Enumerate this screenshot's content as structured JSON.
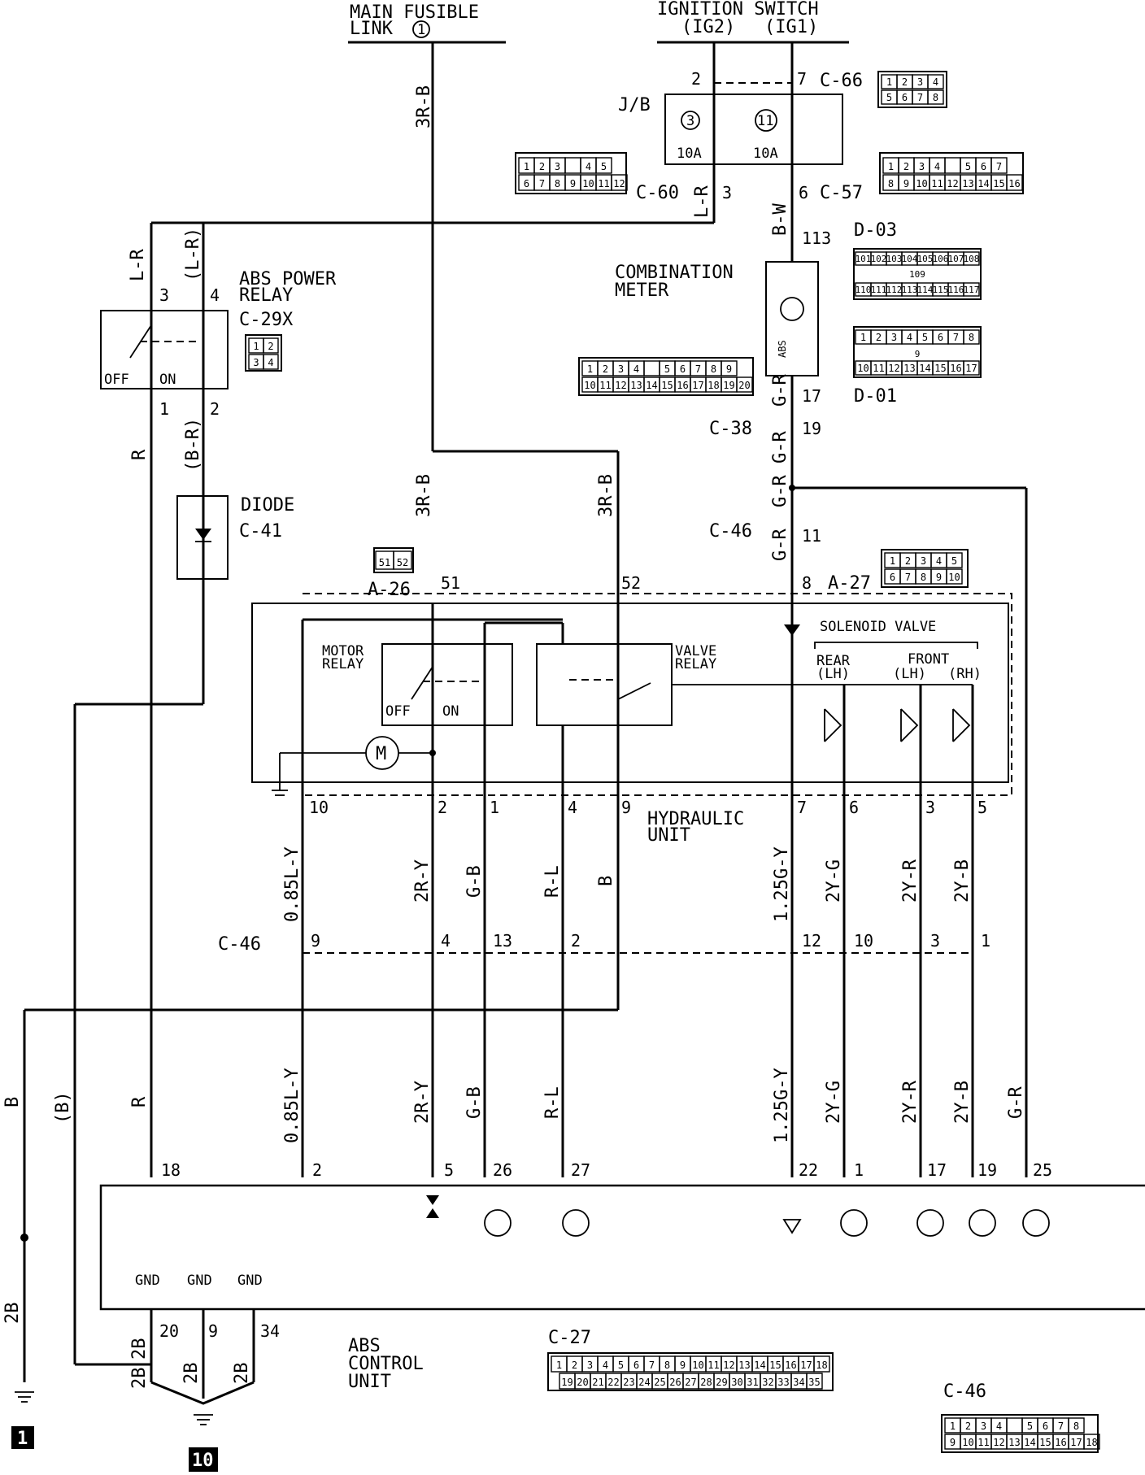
{
  "top": {
    "main_fusible_link": "MAIN FUSIBLE",
    "link": "LINK",
    "link_num": "1",
    "ignition_switch": "IGNITION SWITCH",
    "ig2": "(IG2)",
    "ig1": "(IG1)"
  },
  "jb": {
    "label": "J/B",
    "fuse3": "3",
    "fuse11": "11",
    "amp3": "10A",
    "amp11": "10A",
    "pin2": "2",
    "pin7": "7",
    "pin3": "3",
    "pin6": "6"
  },
  "connectors": {
    "c66": "C-66",
    "c60": "C-60",
    "c57": "C-57",
    "d03": "D-03",
    "d01": "D-01",
    "c38": "C-38",
    "c29x": "C-29X",
    "c41": "C-41",
    "c46": "C-46",
    "a26": "A-26",
    "a27": "A-27",
    "c27": "C-27"
  },
  "connector_faces": {
    "c66_row1": [
      "1",
      "2",
      "3",
      "4"
    ],
    "c66_row2": [
      "5",
      "6",
      "7",
      "8"
    ],
    "c60_row1": [
      "1",
      "2",
      "3",
      "",
      "4",
      "5"
    ],
    "c60_row2": [
      "6",
      "7",
      "8",
      "9",
      "10",
      "11",
      "12"
    ],
    "c57_row1": [
      "1",
      "2",
      "3",
      "4",
      "",
      "5",
      "6",
      "7"
    ],
    "c57_row2": [
      "8",
      "9",
      "10",
      "11",
      "12",
      "13",
      "14",
      "15",
      "16"
    ],
    "d03_row1": [
      "101",
      "102",
      "103",
      "104",
      "105",
      "106",
      "107",
      "108"
    ],
    "d03_mid": "109",
    "d03_row2": [
      "110",
      "111",
      "112",
      "113",
      "114",
      "115",
      "116",
      "117"
    ],
    "d01_row1": [
      "1",
      "2",
      "3",
      "4",
      "5",
      "6",
      "7",
      "8"
    ],
    "d01_mid": "9",
    "d01_row2": [
      "10",
      "11",
      "12",
      "13",
      "14",
      "15",
      "16",
      "17"
    ],
    "c38_row1": [
      "1",
      "2",
      "3",
      "4",
      "",
      "5",
      "6",
      "7",
      "8",
      "9"
    ],
    "c38_row2": [
      "10",
      "11",
      "12",
      "13",
      "14",
      "15",
      "16",
      "17",
      "18",
      "19",
      "20"
    ],
    "c29x_row1": [
      "1",
      "2"
    ],
    "c29x_row2": [
      "3",
      "4"
    ],
    "a26": [
      "51",
      "52"
    ],
    "a27_row1": [
      "1",
      "2",
      "3",
      "4",
      "5"
    ],
    "a27_row2": [
      "6",
      "7",
      "8",
      "9",
      "10"
    ],
    "c27_row1": [
      "1",
      "2",
      "3",
      "4",
      "5",
      "6",
      "7",
      "8",
      "9",
      "10",
      "11",
      "12",
      "13",
      "14",
      "15",
      "16",
      "17",
      "18"
    ],
    "c27_row2": [
      "19",
      "20",
      "21",
      "22",
      "23",
      "24",
      "25",
      "26",
      "27",
      "28",
      "29",
      "30",
      "31",
      "32",
      "33",
      "34",
      "35"
    ],
    "c46_row1": [
      "1",
      "2",
      "3",
      "4",
      "",
      "5",
      "6",
      "7",
      "8"
    ],
    "c46_row2": [
      "9",
      "10",
      "11",
      "12",
      "13",
      "14",
      "15",
      "16",
      "17",
      "18"
    ]
  },
  "wires": {
    "w_3rb_top": "3R-B",
    "w_lr_jb": "L-R",
    "w_bw": "B-W",
    "w_lr_relay": "L-R",
    "w_lr_relay_paren": "(L-R)",
    "w_r": "R",
    "w_br": "(B-R)",
    "w_3rb_l": "3R-B",
    "w_3rb_r": "3R-B",
    "w_gr1": "G-R",
    "w_gr2": "G-R",
    "w_gr3": "G-R",
    "w_gr4": "G-R",
    "w_gr5": "G-R",
    "w_085ly_1": "0.85L-Y",
    "w_2ry_1": "2R-Y",
    "w_gb_1": "G-B",
    "w_rl_1": "R-L",
    "w_b_1": "B",
    "w_125gy_1": "1.25G-Y",
    "w_2yg_1": "2Y-G",
    "w_2yr_1": "2Y-R",
    "w_2yb_1": "2Y-B",
    "w_b_left": "B",
    "w_b_paren": "(B)",
    "w_r_low": "R",
    "w_085ly_2": "0.85L-Y",
    "w_2ry_2": "2R-Y",
    "w_gb_2": "G-B",
    "w_rl_2": "R-L",
    "w_125gy_2": "1.25G-Y",
    "w_2yg_2": "2Y-G",
    "w_2yr_2": "2Y-R",
    "w_2yb_2": "2Y-B",
    "w_gr_low": "G-R",
    "w_2b_left": "2B",
    "w_2b_a": "2B",
    "w_2b_b": "2B",
    "w_2b_c": "2B",
    "w_2b_d": "2B"
  },
  "components": {
    "abs_power_relay_1": "ABS POWER",
    "abs_power_relay_2": "RELAY",
    "relay_off": "OFF",
    "relay_on": "ON",
    "diode": "DIODE",
    "combination_meter_1": "COMBINATION",
    "combination_meter_2": "METER",
    "abs_lamp": "ABS",
    "motor_relay_1": "MOTOR",
    "motor_relay_2": "RELAY",
    "motor_off": "OFF",
    "motor_on": "ON",
    "motor": "M",
    "valve_relay_1": "VALVE",
    "valve_relay_2": "RELAY",
    "solenoid_valve": "SOLENOID VALVE",
    "rear": "REAR",
    "rear_lh": "(LH)",
    "front": "FRONT",
    "front_lh": "(LH)",
    "front_rh": "(RH)",
    "hydraulic_unit_1": "HYDRAULIC",
    "hydraulic_unit_2": "UNIT",
    "abs_cu_1": "ABS",
    "abs_cu_2": "CONTROL",
    "abs_cu_3": "UNIT",
    "gnd1": "GND",
    "gnd2": "GND",
    "gnd3": "GND"
  },
  "pins": {
    "p113": "113",
    "p17": "17",
    "p19": "19",
    "p11": "11",
    "p8": "8",
    "p51": "51",
    "p52": "52",
    "relay3": "3",
    "relay4": "4",
    "relay1": "1",
    "relay2": "2",
    "hu10": "10",
    "hu2": "2",
    "hu1": "1",
    "hu4": "4",
    "hu9": "9",
    "hu7": "7",
    "hu6": "6",
    "hu3": "3",
    "hu5": "5",
    "c46_9": "9",
    "c46_4": "4",
    "c46_13": "13",
    "c46_2": "2",
    "c46_12": "12",
    "c46_10": "10",
    "c46_3": "3",
    "c46_1": "1",
    "cu18": "18",
    "cu2": "2",
    "cu5": "5",
    "cu26": "26",
    "cu27": "27",
    "cu22": "22",
    "cu1": "1",
    "cu17": "17",
    "cu19": "19",
    "cu25": "25",
    "cu20": "20",
    "cu9": "9",
    "cu34": "34",
    "ground_1": "1",
    "ground_10": "10"
  }
}
